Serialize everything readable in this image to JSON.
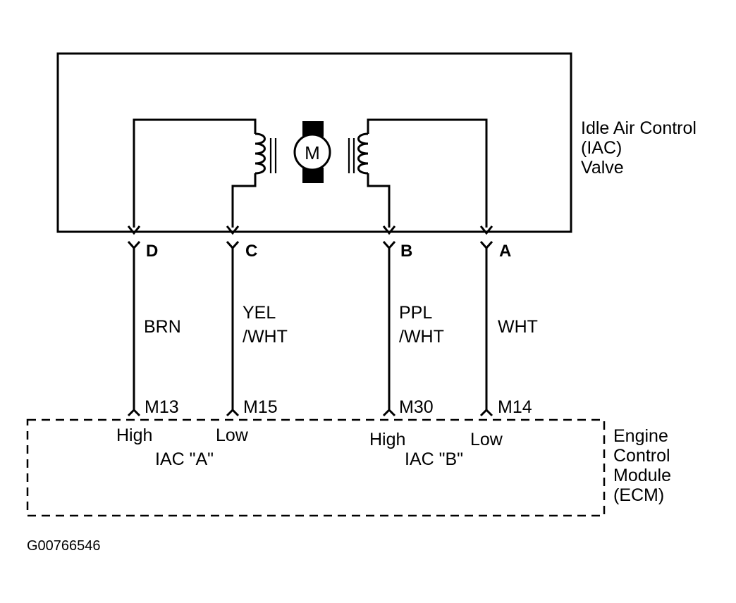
{
  "valve": {
    "title_line1": "Idle Air Control",
    "title_line2": "(IAC)",
    "title_line3": "Valve",
    "motor_label": "M"
  },
  "ecm": {
    "title_line1": "Engine",
    "title_line2": "Control",
    "title_line3": "Module",
    "title_line4": "(ECM)"
  },
  "wires": [
    {
      "pin": "D",
      "color_line1": "BRN",
      "color_line2": "",
      "terminal": "M13",
      "level": "High"
    },
    {
      "pin": "C",
      "color_line1": "YEL",
      "color_line2": "/WHT",
      "terminal": "M15",
      "level": "Low"
    },
    {
      "pin": "B",
      "color_line1": "PPL",
      "color_line2": "/WHT",
      "terminal": "M30",
      "level": "High"
    },
    {
      "pin": "A",
      "color_line1": "WHT",
      "color_line2": "",
      "terminal": "M14",
      "level": "Low"
    }
  ],
  "circuits": {
    "a": "IAC \"A\"",
    "b": "IAC \"B\""
  },
  "figure_id": "G00766546"
}
